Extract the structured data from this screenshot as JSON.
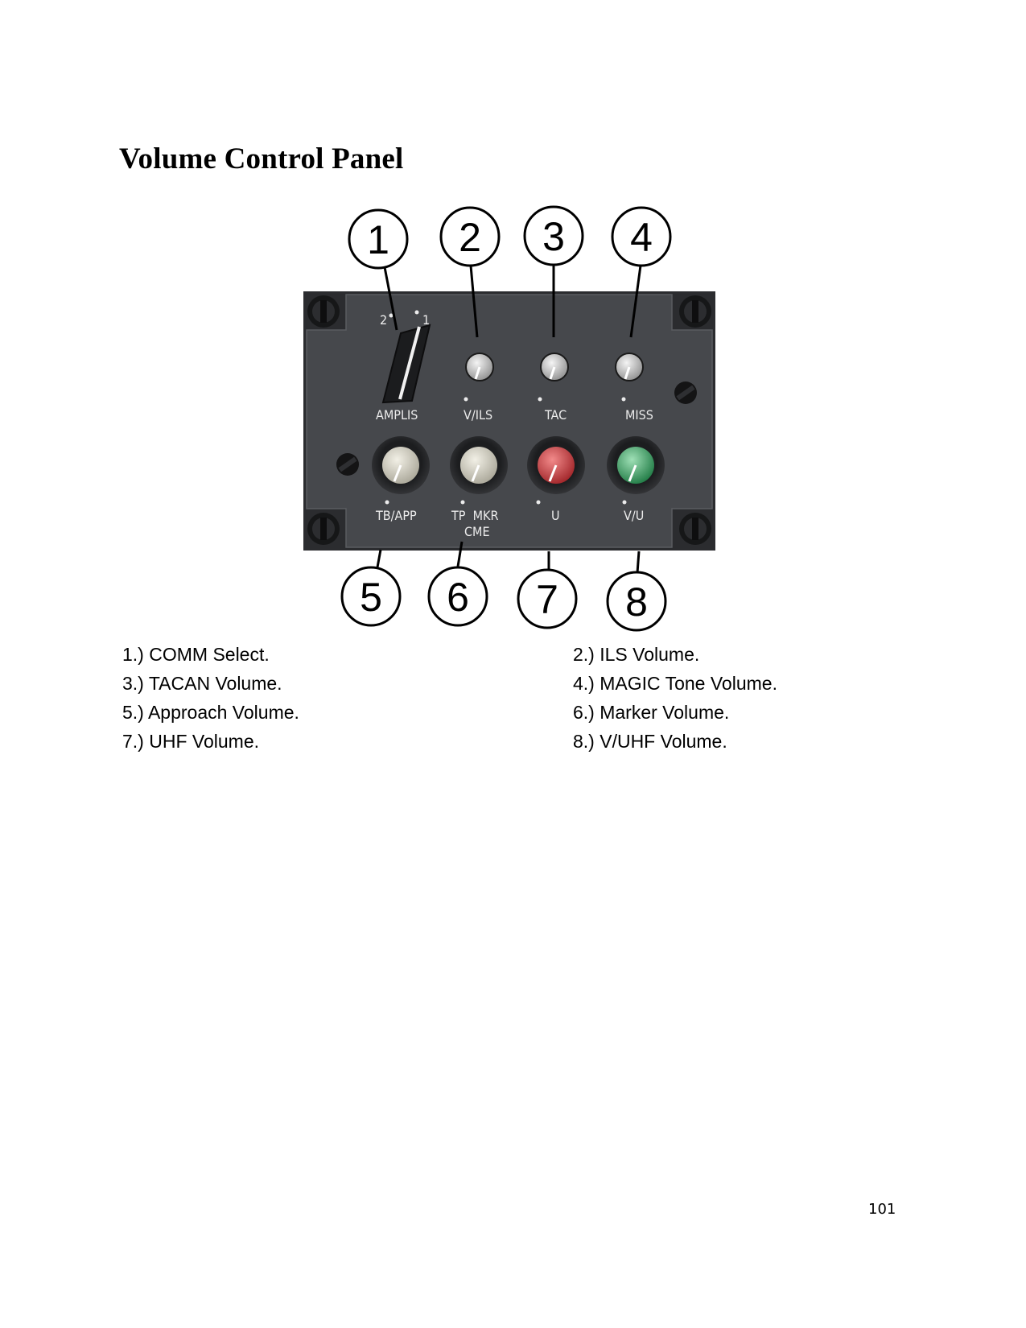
{
  "page": {
    "title": "Volume Control Panel",
    "page_number": "101"
  },
  "panel": {
    "switch_positions": [
      "2",
      "1"
    ],
    "labels": [
      "AMPLIS",
      "V/ILS",
      "TAC",
      "MISS",
      "TB/APP",
      "TP  MKR",
      "CME",
      "U",
      "V/U"
    ],
    "callouts": [
      "1",
      "2",
      "3",
      "4",
      "5",
      "6",
      "7",
      "8"
    ]
  },
  "legend": [
    "1.) COMM Select.",
    "2.) ILS Volume.",
    "3.) TACAN Volume.",
    "4.) MAGIC Tone Volume.",
    "5.) Approach Volume.",
    "6.) Marker Volume.",
    "7.) UHF Volume.",
    "8.) V/UHF Volume."
  ],
  "colors": {
    "panel": "#3e4044",
    "knob_white": "#d9d6c8",
    "knob_red": "#c8383c",
    "knob_green": "#2f9a5a"
  }
}
